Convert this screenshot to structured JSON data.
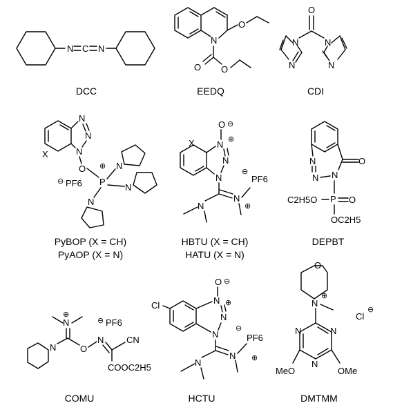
{
  "compounds": [
    {
      "key": "dcc",
      "name": "DCC",
      "atoms": [
        "N",
        "C",
        "N"
      ]
    },
    {
      "key": "eedq",
      "name": "EEDQ",
      "atoms": [
        "N",
        "O",
        "O",
        "O"
      ]
    },
    {
      "key": "cdi",
      "name": "CDI",
      "atoms": [
        "N",
        "O",
        "N",
        "N",
        "N"
      ]
    },
    {
      "key": "pybop",
      "name": "PyBOP (X = CH)",
      "alt_name": "PyAOP (X = N)",
      "atoms": [
        "N",
        "N",
        "N",
        "X",
        "O",
        "P",
        "N",
        "N",
        "N",
        "PF6"
      ]
    },
    {
      "key": "hbtu",
      "name": "HBTU (X = CH)",
      "alt_name": "HATU (X = N)",
      "atoms": [
        "O",
        "X",
        "N",
        "N",
        "N",
        "PF6",
        "N",
        "N"
      ]
    },
    {
      "key": "depbt",
      "name": "DEPBT",
      "atoms": [
        "O",
        "N",
        "N",
        "N",
        "C2H5O",
        "P",
        "O",
        "OC2H5"
      ]
    },
    {
      "key": "comu",
      "name": "COMU",
      "atoms": [
        "N",
        "PF6",
        "N",
        "O",
        "N",
        "CN",
        "COOC2H5"
      ]
    },
    {
      "key": "hctu",
      "name": "HCTU",
      "atoms": [
        "O",
        "Cl",
        "N",
        "N",
        "N",
        "PF6",
        "N",
        "N"
      ]
    },
    {
      "key": "dmtmm",
      "name": "DMTMM",
      "atoms": [
        "O",
        "N",
        "Cl",
        "N",
        "N",
        "N",
        "MeO",
        "OMe"
      ]
    }
  ],
  "charges": {
    "plus": "⊕",
    "minus": "⊖"
  }
}
